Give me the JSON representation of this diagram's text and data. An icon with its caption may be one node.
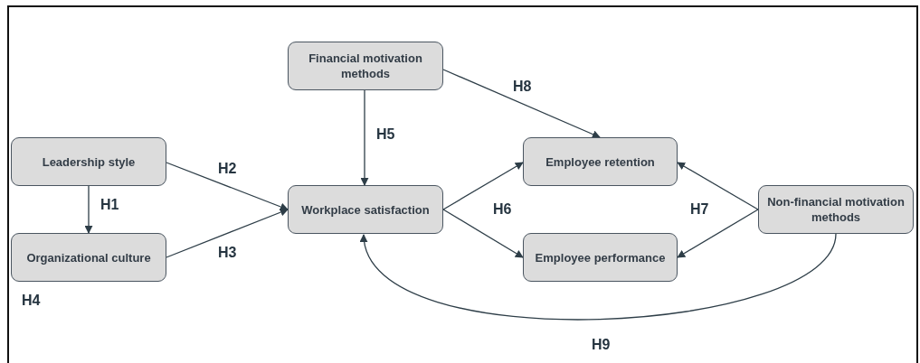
{
  "diagram": {
    "nodes": [
      {
        "text": [
          "Financial motivation methods"
        ]
      },
      {
        "text": [
          "Leadership style"
        ]
      },
      {
        "text": [
          "Workplace satisfaction"
        ]
      },
      {
        "text": [
          "Employee retention"
        ]
      },
      {
        "text": [
          "Organizational culture"
        ]
      },
      {
        "text": [
          "Non-financial motivation methods"
        ]
      },
      {
        "text": [
          "Employee performance"
        ]
      }
    ],
    "edges": [
      {
        "from": 1,
        "to": 4,
        "arrow": "to",
        "label": "H1"
      },
      {
        "from": 1,
        "to": 2,
        "arrow": "to",
        "label": "H2"
      },
      {
        "from": 4,
        "to": 2,
        "arrow": "to",
        "label": "H3"
      },
      {
        "from": 0,
        "to": 2,
        "arrow": "to",
        "label": "H5"
      },
      {
        "from": 0,
        "to": 3,
        "arrow": "to",
        "label": "H8"
      },
      {
        "from": 2,
        "to": 3,
        "arrow": "to"
      },
      {
        "from": 2,
        "to": 6,
        "arrow": "to"
      },
      {
        "from": 5,
        "to": 3,
        "arrow": "to"
      },
      {
        "from": 5,
        "to": 6,
        "arrow": "to"
      },
      {
        "from": 5,
        "to": 2,
        "arrow": "to",
        "label": "H9"
      }
    ],
    "labels": [
      "H6",
      "H7",
      "H4"
    ]
  }
}
